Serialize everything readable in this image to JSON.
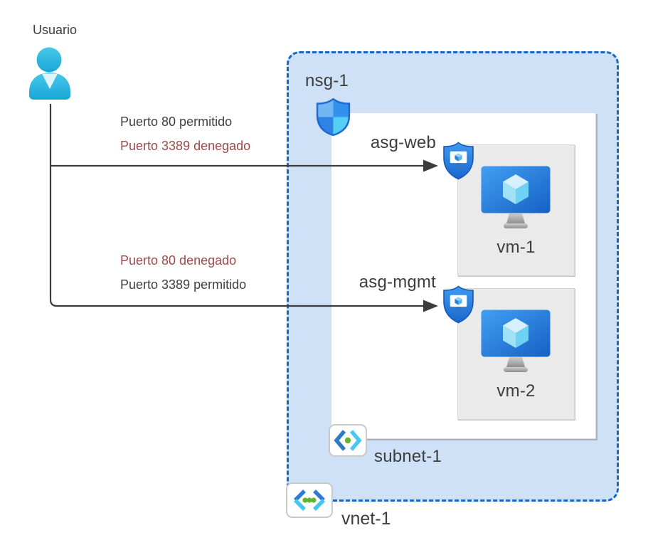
{
  "user": {
    "label": "Usuario"
  },
  "rules": [
    {
      "text": "Puerto 80 permitido",
      "tone": "allowed",
      "flow": "asg-web"
    },
    {
      "text": "Puerto 3389 denegado",
      "tone": "denied",
      "flow": "asg-web"
    },
    {
      "text": "Puerto 80 denegado",
      "tone": "denied",
      "flow": "asg-mgmt"
    },
    {
      "text": "Puerto 3389 permitido",
      "tone": "allowed",
      "flow": "asg-mgmt"
    }
  ],
  "nodes": {
    "vnet_label": "vnet-1",
    "subnet_label": "subnet-1",
    "nsg_label": "nsg-1",
    "asg_web_label": "asg-web",
    "asg_mgmt_label": "asg-mgmt",
    "vm1_label": "vm-1",
    "vm2_label": "vm-2"
  },
  "icons": {
    "user": "user-icon",
    "nsg": "nsg-shield-icon",
    "asg_web": "asg-shield-icon",
    "asg_mgmt": "asg-shield-icon",
    "vm": "virtual-machine-icon",
    "subnet": "subnet-icon",
    "vnet": "virtual-network-icon"
  },
  "colors": {
    "allowed_text": "#404040",
    "denied_text": "#9e4a4a",
    "vnet_fill": "#cfe1f7",
    "vnet_border": "#1467c8",
    "subnet_fill": "#ffffff",
    "vm_box_fill": "#eaeaea",
    "arrow": "#3c3c3c",
    "user_cyan": "#2ebede",
    "shield_blue": "#2e83e4",
    "shield_light_blue": "#72b6f2",
    "cyan_accent": "#55d0f4",
    "green_dot": "#63b32f"
  }
}
